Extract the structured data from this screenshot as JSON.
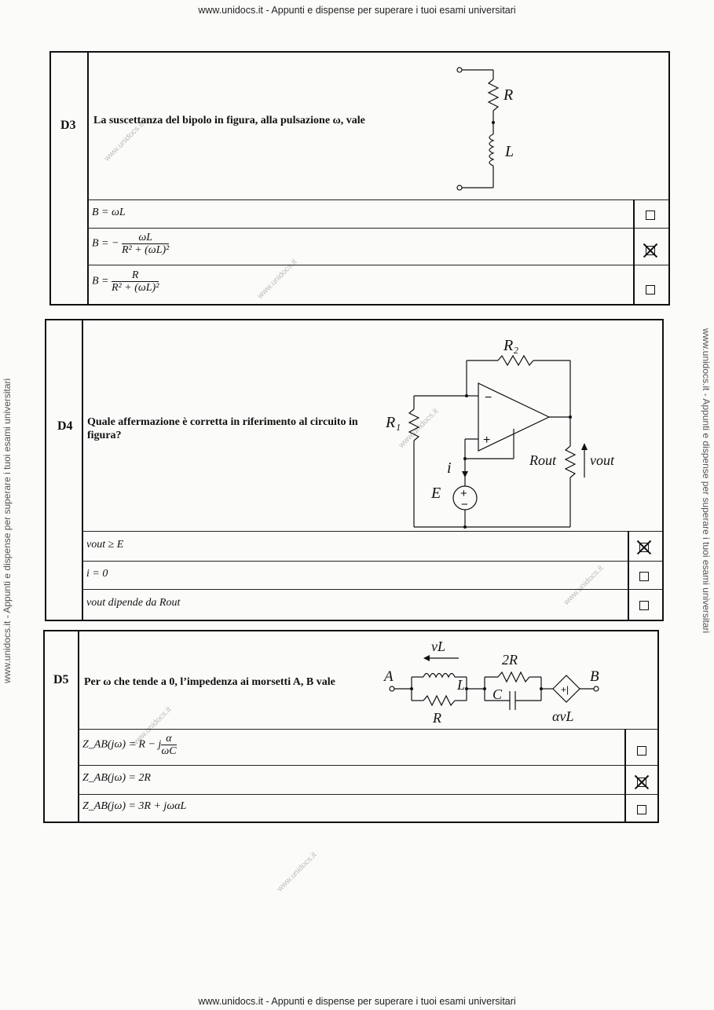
{
  "header": {
    "text": "www.unidocs.it - Appunti e dispense per superare i tuoi esami universitari"
  },
  "footer": {
    "text": "www.unidocs.it - Appunti e dispense per superare i tuoi esami universitari"
  },
  "side_text": "www.unidocs.it - Appunti e dispense per superare i tuoi esami universitari",
  "watermark": "www.unidocs.it",
  "d3": {
    "id": "D3",
    "question": "La suscettanza del bipolo in figura, alla pulsazione ω, vale",
    "labels": {
      "R": "R",
      "L": "L"
    },
    "options": [
      {
        "lhs": "B = ωL",
        "checked": false
      },
      {
        "lhs": "B = −",
        "num": "ωL",
        "den": "R² + (ωL)²",
        "checked": true
      },
      {
        "lhs": "B =",
        "num": "R",
        "den": "R² + (ωL)²",
        "checked": false
      }
    ]
  },
  "d4": {
    "id": "D4",
    "question": "Quale affermazione è corretta in riferimento al circuito in figura?",
    "labels": {
      "R1": "R₁",
      "R2": "R₂",
      "Rout": "Rout",
      "vout": "vout",
      "i": "i",
      "E": "E"
    },
    "options": [
      {
        "text": "vout ≥ E",
        "checked": true
      },
      {
        "text": "i = 0",
        "checked": false
      },
      {
        "text": "vout dipende da Rout",
        "checked": false
      }
    ]
  },
  "d5": {
    "id": "D5",
    "question": "Per ω che tende a 0, l’impedenza ai morsetti A, B vale",
    "labels": {
      "A": "A",
      "B": "B",
      "vL": "vL",
      "L": "L",
      "R": "R",
      "R2": "2R",
      "C": "C",
      "src": "αvL"
    },
    "options": [
      {
        "lhs": "Z_AB(jω) = R − j",
        "num": "α",
        "den": "ωC",
        "checked": false
      },
      {
        "text": "Z_AB(jω) = 2R",
        "checked": true
      },
      {
        "text": "Z_AB(jω) = 3R + jωαL",
        "checked": false
      }
    ]
  }
}
